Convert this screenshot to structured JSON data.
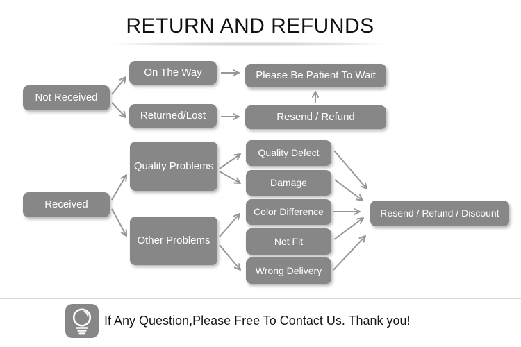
{
  "title": "RETURN AND REFUNDS",
  "flowchart": {
    "colors": {
      "node_fill": "#878787",
      "node_text": "#ffffff",
      "arrow": "#979797",
      "divider": "#d9d9d9"
    },
    "nodes": {
      "not_received": "Not Received",
      "on_the_way": "On The Way",
      "returned_lost": "Returned/Lost",
      "please_wait": "Please Be Patient To Wait",
      "resend_refund": "Resend / Refund",
      "received": "Received",
      "quality_problems": "Quality Problems",
      "other_problems": "Other Problems",
      "quality_defect": "Quality Defect",
      "damage": "Damage",
      "color_difference": "Color Difference",
      "not_fit": "Not Fit",
      "wrong_delivery": "Wrong Delivery",
      "resend_refund_discount": "Resend / Refund / Discount"
    },
    "edges": [
      {
        "from": "Not Received",
        "to": "On The Way"
      },
      {
        "from": "Not Received",
        "to": "Returned/Lost"
      },
      {
        "from": "On The Way",
        "to": "Please Be Patient To Wait"
      },
      {
        "from": "Returned/Lost",
        "to": "Resend / Refund"
      },
      {
        "from": "Resend / Refund",
        "to": "Please Be Patient To Wait"
      },
      {
        "from": "Received",
        "to": "Quality Problems"
      },
      {
        "from": "Received",
        "to": "Other Problems"
      },
      {
        "from": "Quality Problems",
        "to": "Quality Defect"
      },
      {
        "from": "Quality Problems",
        "to": "Damage"
      },
      {
        "from": "Other Problems",
        "to": "Color Difference"
      },
      {
        "from": "Other Problems",
        "to": "Wrong Delivery"
      },
      {
        "from": "Quality Defect",
        "to": "Resend / Refund / Discount"
      },
      {
        "from": "Damage",
        "to": "Resend / Refund / Discount"
      },
      {
        "from": "Color Difference",
        "to": "Resend / Refund / Discount"
      },
      {
        "from": "Not Fit",
        "to": "Resend / Refund / Discount"
      },
      {
        "from": "Wrong Delivery",
        "to": "Resend / Refund / Discount"
      }
    ]
  },
  "footer": {
    "icon": "lightbulb-icon",
    "message": "If Any Question,Please Free To Contact Us. Thank you!"
  }
}
